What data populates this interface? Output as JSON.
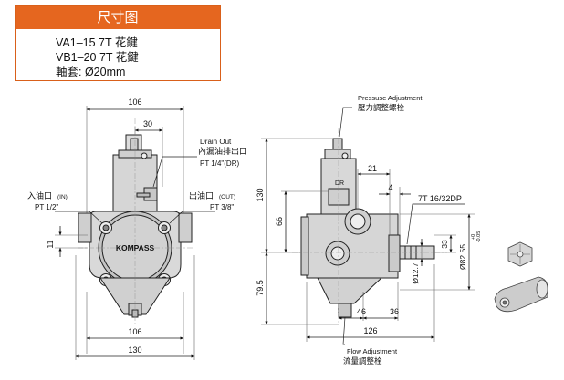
{
  "header": {
    "title": "尺寸图",
    "spec_lines": [
      "VA1–15  7T  花鍵",
      "VB1–20  7T  花鍵",
      "軸套:  Ø20mm"
    ]
  },
  "front_view": {
    "dim_top_106": "106",
    "dim_30": "30",
    "dim_bottom_106": "106",
    "dim_bottom_130": "130",
    "dim_left_11": "11",
    "brand": "KOMPASS",
    "drain_label_en": "Drain Out",
    "drain_label_cn": "內漏油排出口",
    "drain_pt": "PT 1/4\"(DR)",
    "inlet_label_cn": "入油口",
    "inlet_tag": "(IN)",
    "inlet_pt": "PT 1/2\"",
    "outlet_label_cn": "出油口",
    "outlet_tag": "(OUT)",
    "outlet_pt": "PT 3/8\""
  },
  "side_view": {
    "pressure_label_en": "Pressuse Adjustment",
    "pressure_label_cn": "壓力調整螺栓",
    "flow_label_en": "Flow Adjustment",
    "flow_label_cn": "流量調整栓",
    "dr_label": "DR",
    "spline_label": "7T 16/32DP",
    "dim_130": "130",
    "dim_66": "66",
    "dim_79_5": "79.5",
    "dim_21": "21",
    "dim_4": "4",
    "dim_33": "33",
    "dim_dia_82_55": "Ø82.55",
    "tol_upper": "+0",
    "tol_lower": "-0.05",
    "dim_dia_12_7": "Ø12.7",
    "dim_46": "46",
    "dim_36": "36",
    "dim_126": "126"
  }
}
